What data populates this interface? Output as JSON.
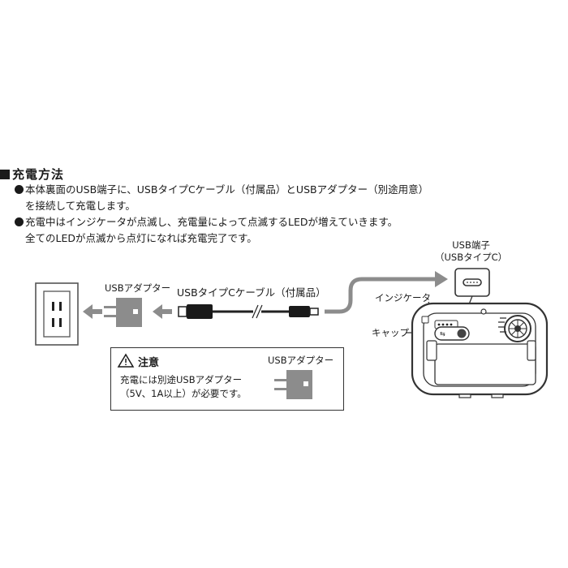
{
  "heading": "充電方法",
  "para1": {
    "line1": "本体裏面のUSB端子に、USBタイプCケーブル（付属品）とUSBアダプター（別途用意）",
    "line2": "を接続して充電します。"
  },
  "para2": {
    "line1": "充電中はインジケータが点滅し、充電量によって点滅するLEDが増えていきます。",
    "line2": "全てのLEDが点滅から点灯になれば充電完了です。"
  },
  "diagram": {
    "usb_adapter_label": "USBアダプター",
    "cable_label": "USBタイプCケーブル（付属品）",
    "usb_port_label_1": "USB端子",
    "usb_port_label_2": "（USBタイプC）",
    "indicator_label": "インジケータ",
    "cap_label": "キャップ"
  },
  "caution": {
    "title": "注意",
    "adapter_label": "USBアダプター",
    "text_line1": "充電には別途USBアダプター",
    "text_line2": "（5V、1A以上）が必要です。"
  },
  "colors": {
    "adapter_gray": "#8c8c8c",
    "arrow_gray": "#8c8c8c",
    "text": "#1a1a1a"
  }
}
